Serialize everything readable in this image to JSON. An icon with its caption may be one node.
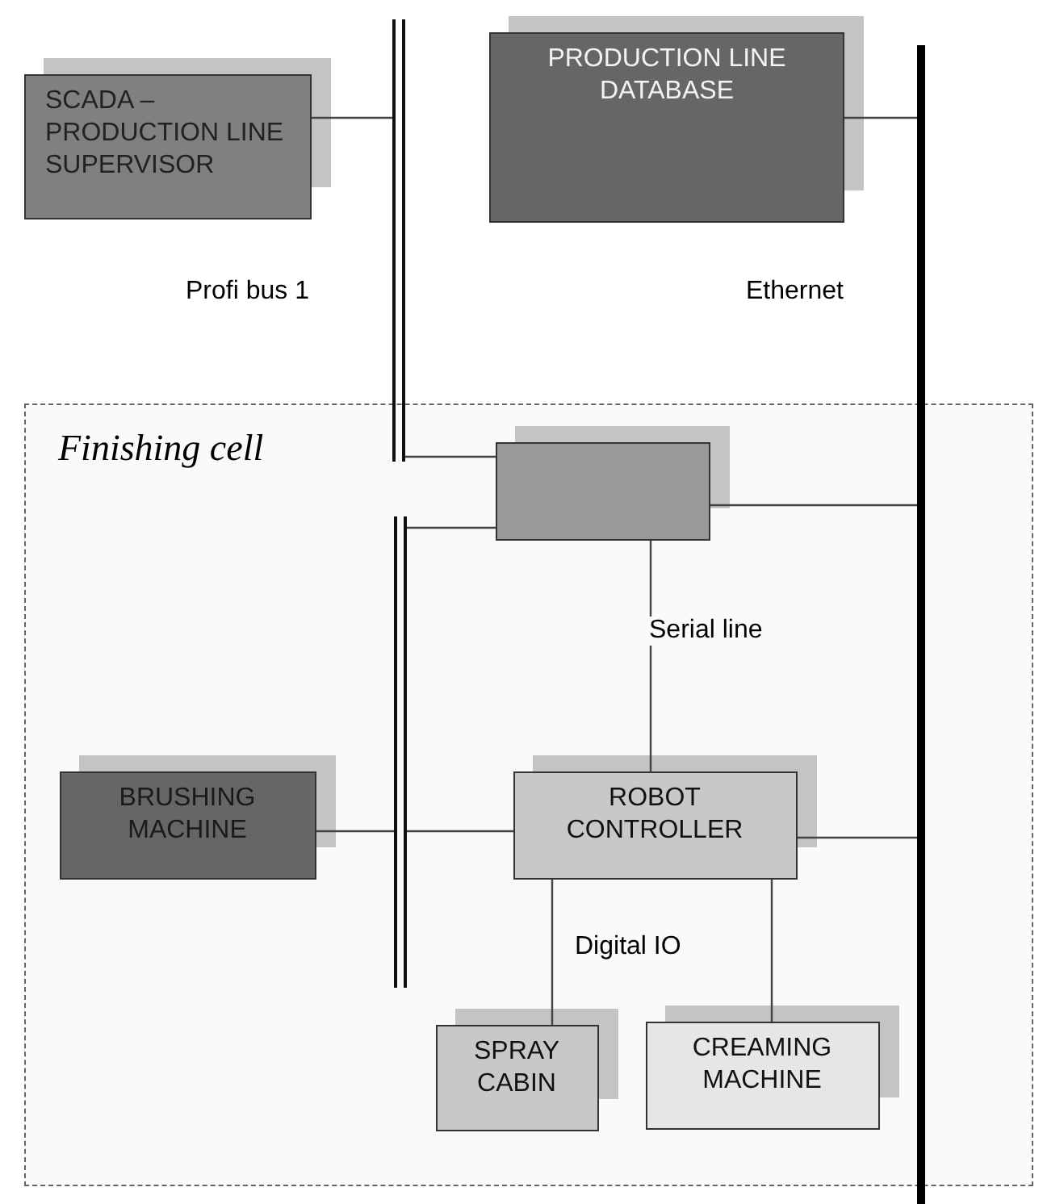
{
  "diagram": {
    "nodes": [
      {
        "text": [
          "SCADA – PRODUCTION LINE SUPERVISOR"
        ]
      },
      {
        "text": [
          "PRODUCTION LINE DATABASE"
        ]
      },
      {
        "text": [],
        "shape": "bar",
        "beside": [
          "Profi bus 1"
        ]
      },
      {
        "text": [],
        "shape": "bar",
        "beside": [
          "Ethernet"
        ]
      },
      {
        "text": [
          "Finishing cell"
        ]
      },
      {
        "text": [],
        "shape": "box",
        "in": 4
      },
      {
        "text": [],
        "shape": "bar",
        "in": 4
      },
      {
        "text": [
          "BRUSHING MACHINE"
        ],
        "in": 4
      },
      {
        "text": [
          "ROBOT CONTROLLER"
        ],
        "in": 4
      },
      {
        "text": [
          "SPRAY CABIN"
        ],
        "in": 4
      },
      {
        "text": [
          "CREAMING MACHINE"
        ],
        "in": 4
      }
    ],
    "edges": [
      {
        "from": 0,
        "to": 2,
        "arrow": "none"
      },
      {
        "from": 1,
        "to": 3,
        "arrow": "none"
      },
      {
        "from": 2,
        "to": 5,
        "arrow": "none"
      },
      {
        "from": 5,
        "to": 3,
        "arrow": "none"
      },
      {
        "from": 6,
        "to": 5,
        "arrow": "none"
      },
      {
        "from": 5,
        "to": 8,
        "arrow": "none",
        "label": "Serial line"
      },
      {
        "from": 7,
        "to": 6,
        "arrow": "none"
      },
      {
        "from": 6,
        "to": 8,
        "arrow": "none"
      },
      {
        "from": 8,
        "to": 3,
        "arrow": "none"
      },
      {
        "from": 8,
        "to": 9,
        "arrow": "none"
      },
      {
        "from": 8,
        "to": 10,
        "arrow": "none"
      }
    ],
    "labels": [
      "Digital IO"
    ]
  }
}
